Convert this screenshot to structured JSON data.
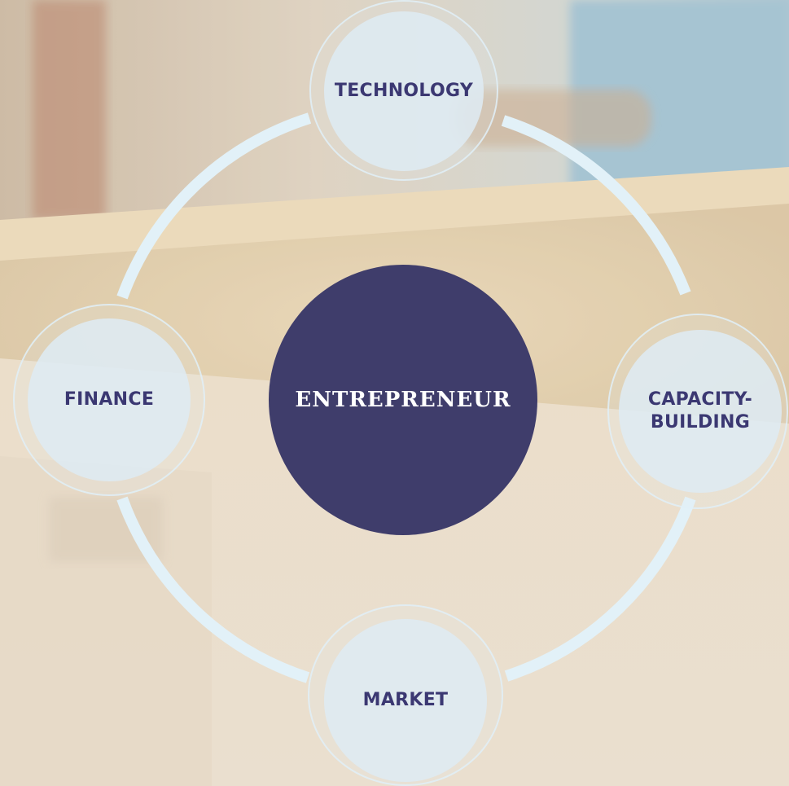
{
  "colors": {
    "accent_navy": "#3f3d6b",
    "label_navy": "#3b3872",
    "ring": "#e2f1f8",
    "node_fill": "#dde9f1",
    "bg_wall": "#d8c7b0",
    "bg_grain": "#e3d2b2",
    "bg_box": "#e8dac4",
    "bg_window": "#a7c2cf"
  },
  "center": {
    "label": "ENTREPRENEUR"
  },
  "nodes": {
    "technology": {
      "label": "TECHNOLOGY"
    },
    "finance": {
      "label": "FINANCE"
    },
    "capacity": {
      "label": "CAPACITY-\nBUILDING"
    },
    "market": {
      "label": "MARKET"
    }
  }
}
